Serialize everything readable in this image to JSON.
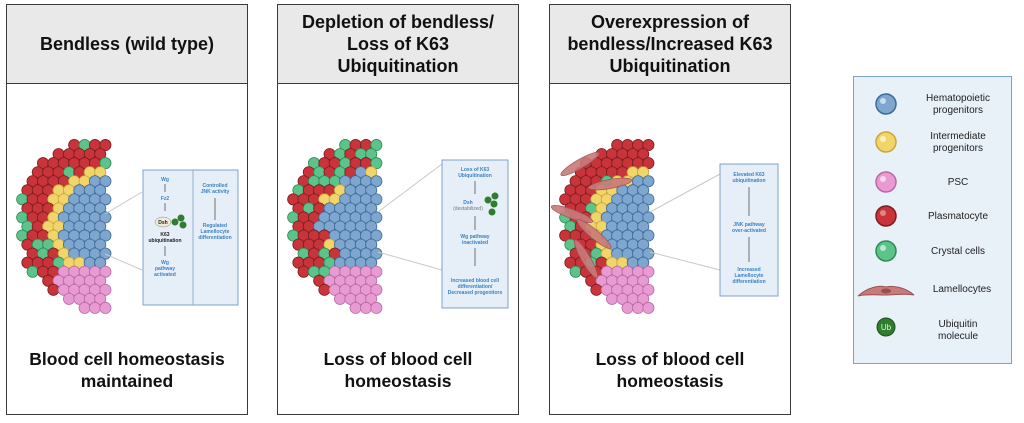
{
  "panels": [
    {
      "title": "Bendless (wild type)",
      "footer": "Blood cell homeostasis\nmaintained",
      "flow": {
        "wg": "Wg",
        "fz2": "Fz2",
        "dsh": "Dsh",
        "ub": "Ub",
        "k63_line1": "K63",
        "k63_line2": "ubiquitination",
        "wg_active_1": "Wg",
        "wg_active_2": "pathway",
        "wg_active_3": "activated",
        "jnk_1": "Controlled",
        "jnk_2": "JNK activity",
        "lam_1": "Regulated",
        "lam_2": "Lamellocyte",
        "lam_3": "differentiation"
      }
    },
    {
      "title": "Depletion of bendless/\nLoss of K63\nUbiquitination",
      "footer": "Loss of blood cell\nhomeostasis",
      "flow": {
        "loss_1": "Loss of K63",
        "loss_2": "Ubiquitination",
        "dsh": "Dsh",
        "destab": "(destabilized)",
        "ub": "Ub",
        "wg_1": "Wg pathway",
        "wg_2": "inactivated",
        "inc_1": "Increased blood cell",
        "inc_2": "differentiation/",
        "inc_3": "Decreased progenitors"
      }
    },
    {
      "title": "Overexpression of\nbendless/Increased K63\nUbiquitination",
      "footer": "Loss of blood cell\nhomeostasis",
      "flow": {
        "elev_1": "Elevated K63",
        "elev_2": "ubiquitination",
        "jnk_1": "JNK pathway",
        "jnk_2": "over-activated",
        "lam_1": "Increased",
        "lam_2": "Lamellocyte",
        "lam_3": "differentiation"
      }
    }
  ],
  "legend": [
    {
      "label": "Hematopoietic\nprogenitors",
      "icon": "blue-cell-icon",
      "color": "#7ea6cf"
    },
    {
      "label": "Intermediate\nprogenitors",
      "icon": "yellow-cell-icon",
      "color": "#f2d56a"
    },
    {
      "label": "PSC",
      "icon": "pink-cell-icon",
      "color": "#e79bd2"
    },
    {
      "label": "Plasmatocyte",
      "icon": "red-cell-icon",
      "color": "#c9343a"
    },
    {
      "label": "Crystal cells",
      "icon": "green-cell-icon",
      "color": "#5cc48a"
    },
    {
      "label": "Lamellocytes",
      "icon": "lamellocyte-icon",
      "color": "#c97a7a"
    },
    {
      "label": "Ubiquitin\nmolecule",
      "icon": "ubiquitin-icon",
      "color": "#2f7d2f",
      "glyph": "Ub"
    }
  ]
}
